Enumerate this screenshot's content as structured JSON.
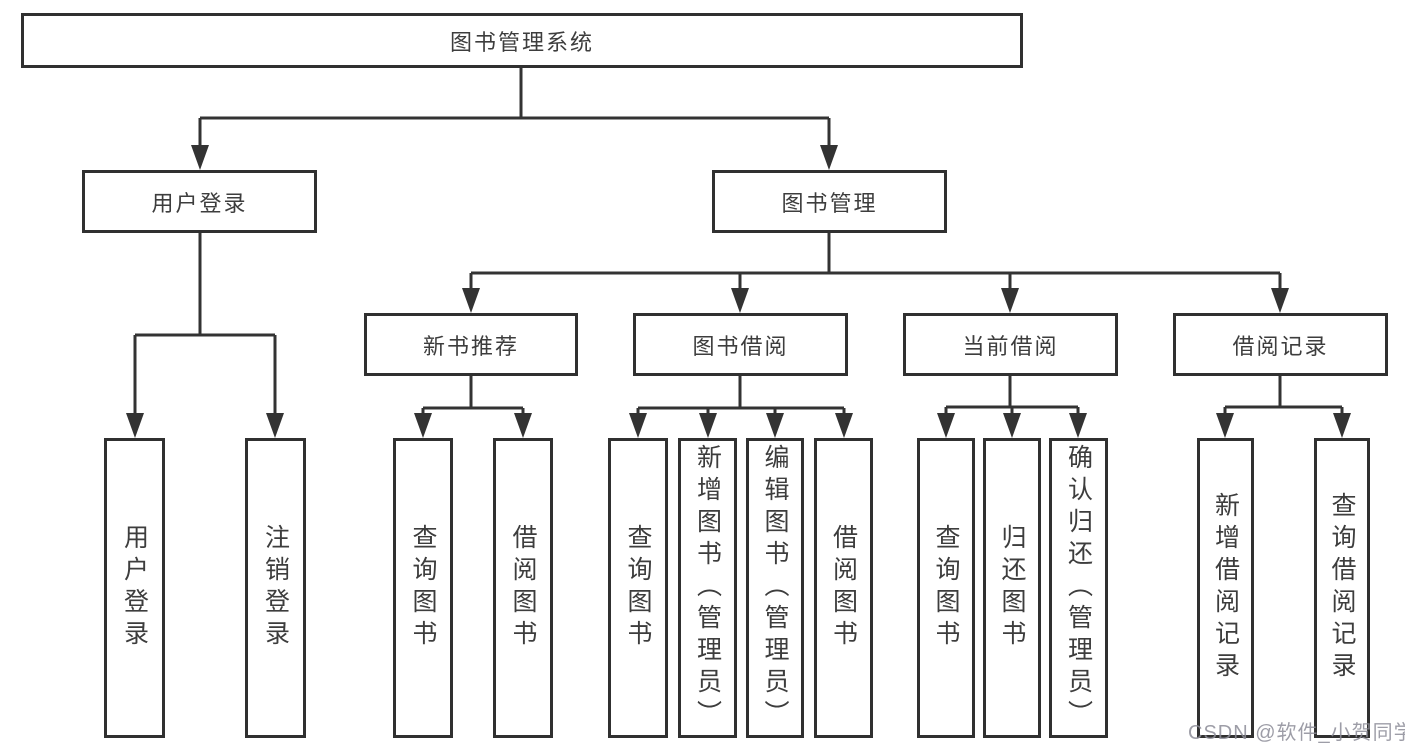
{
  "diagram": {
    "root": {
      "label": "图书管理系统"
    },
    "level2": [
      {
        "label": "用户登录"
      },
      {
        "label": "图书管理"
      }
    ],
    "level3": [
      {
        "label": "新书推荐"
      },
      {
        "label": "图书借阅"
      },
      {
        "label": "当前借阅"
      },
      {
        "label": "借阅记录"
      }
    ],
    "leaves": {
      "user_login": [
        {
          "label": "用户登录"
        },
        {
          "label": "注销登录"
        }
      ],
      "new_book_recommend": [
        {
          "label": "查询图书"
        },
        {
          "label": "借阅图书"
        }
      ],
      "book_borrowing": [
        {
          "label": "查询图书"
        },
        {
          "label": "新增图书（管理员）"
        },
        {
          "label": "编辑图书（管理员）"
        },
        {
          "label": "借阅图书"
        }
      ],
      "current_borrowing": [
        {
          "label": "查询图书"
        },
        {
          "label": "归还图书"
        },
        {
          "label": "确认归还（管理员）"
        }
      ],
      "borrowing_records": [
        {
          "label": "新增借阅记录"
        },
        {
          "label": "查询借阅记录"
        }
      ]
    },
    "watermark": "CSDN @软件_小贺同学",
    "colors": {
      "border": "#303030",
      "line": "#333333",
      "text": "#3d3d3d",
      "watermark": "#8d8d98",
      "background": "#ffffff"
    }
  }
}
